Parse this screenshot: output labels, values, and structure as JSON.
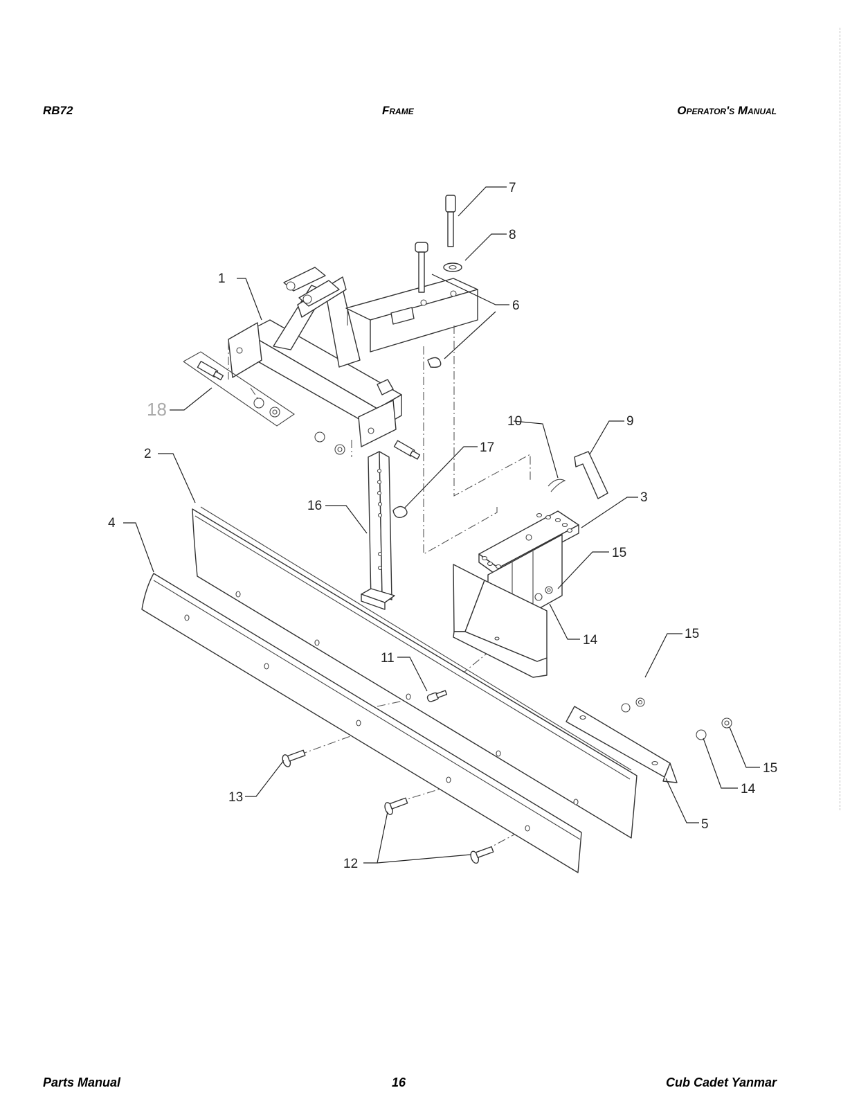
{
  "header": {
    "left": "RB72",
    "center": "Frame",
    "right": "Operator's Manual"
  },
  "footer": {
    "left": "Parts Manual",
    "page": "16",
    "right": "Cub Cadet Yanmar"
  },
  "diagram": {
    "callouts": [
      "1",
      "2",
      "3",
      "4",
      "5",
      "6",
      "7",
      "8",
      "9",
      "10",
      "11",
      "12",
      "13",
      "14",
      "15",
      "16",
      "17",
      "18"
    ]
  }
}
